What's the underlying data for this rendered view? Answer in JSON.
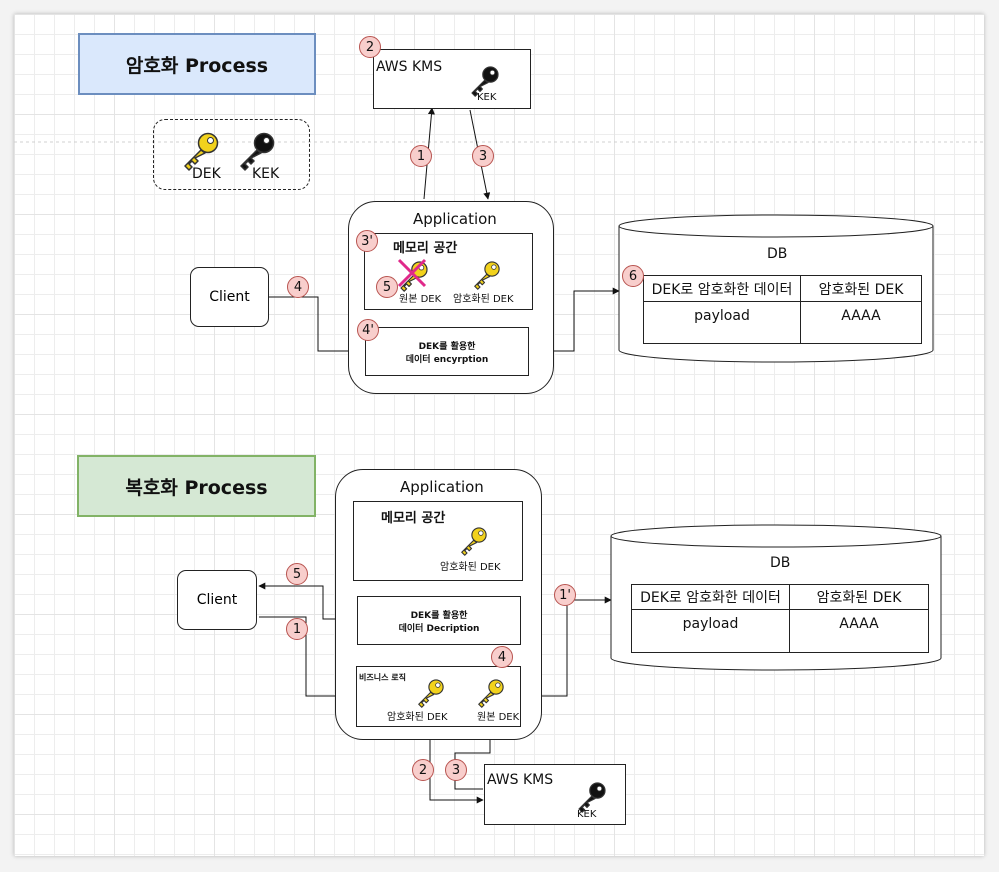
{
  "colors": {
    "enc_title_fill": "#dae8fc",
    "enc_title_stroke": "#6c8ebf",
    "dec_title_fill": "#d5e8d4",
    "dec_title_stroke": "#82b366",
    "badge_fill": "#f8cecc",
    "badge_stroke": "#b85450",
    "dek_key": "#f2d21c",
    "kek_key": "#111111",
    "cross": "#e0298a"
  },
  "encrypt": {
    "title": "암호화 Process",
    "legend": {
      "dek_label": "DEK",
      "kek_label": "KEK",
      "dek_icon": "key-icon",
      "kek_icon": "key-icon"
    },
    "kms": {
      "label": "AWS KMS",
      "key_label": "KEK",
      "badge": "2"
    },
    "app": {
      "label": "Application",
      "memory": {
        "label": "메모리 공간",
        "badge": "3'",
        "plain_key_label": "원본 DEK",
        "enc_key_label": "암호화된 DEK",
        "delete_badge": "5"
      },
      "process": {
        "line1": "DEK를 활용한",
        "line2": "데이터 encyrption",
        "badge": "4'"
      }
    },
    "client": {
      "label": "Client",
      "badge": "4"
    },
    "arrows": {
      "to_kms": "1",
      "from_kms": "3"
    },
    "db": {
      "label": "DB",
      "badge": "6",
      "headers": [
        "DEK로 암호화한 데이터",
        "암호화된 DEK"
      ],
      "row": [
        "payload",
        "AAAA"
      ]
    }
  },
  "decrypt": {
    "title": "복호화 Process",
    "app": {
      "label": "Application",
      "memory": {
        "label": "메모리 공간",
        "key_label": "암호화된 DEK"
      },
      "process": {
        "line1": "DEK를 활용한",
        "line2": "데이터 Decription"
      },
      "business": {
        "label": "비즈니스 로직",
        "enc_key_label": "암호화된 DEK",
        "plain_key_label": "원본 DEK"
      }
    },
    "client": {
      "label": "Client"
    },
    "badges": {
      "response": "5",
      "request": "1",
      "db_read": "1'",
      "to_process": "4",
      "to_kms": "2",
      "from_kms": "3"
    },
    "kms": {
      "label": "AWS KMS",
      "key_label": "KEK"
    },
    "db": {
      "label": "DB",
      "headers": [
        "DEK로 암호화한 데이터",
        "암호화된 DEK"
      ],
      "row": [
        "payload",
        "AAAA"
      ]
    }
  }
}
